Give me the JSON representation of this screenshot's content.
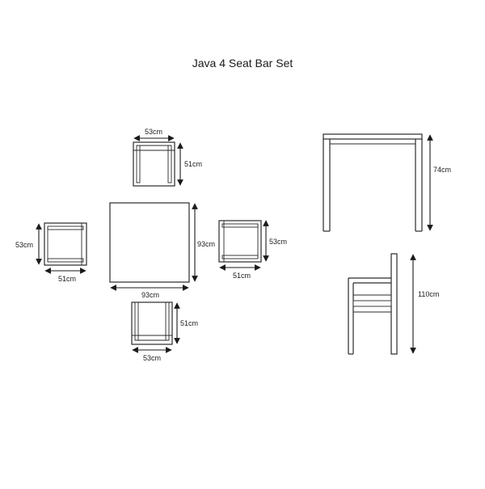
{
  "title": "Java 4 Seat Bar Set",
  "labels": {
    "top_chair_width": "53cm",
    "top_chair_depth": "51cm",
    "left_chair_width": "53cm",
    "left_chair_depth": "51cm",
    "right_chair_width": "53cm",
    "right_chair_depth": "51cm",
    "bottom_chair_width": "53cm",
    "bottom_chair_depth": "51cm",
    "table_width": "93cm",
    "table_depth": "93cm",
    "table_height": "74cm",
    "chair_height": "110cm"
  }
}
